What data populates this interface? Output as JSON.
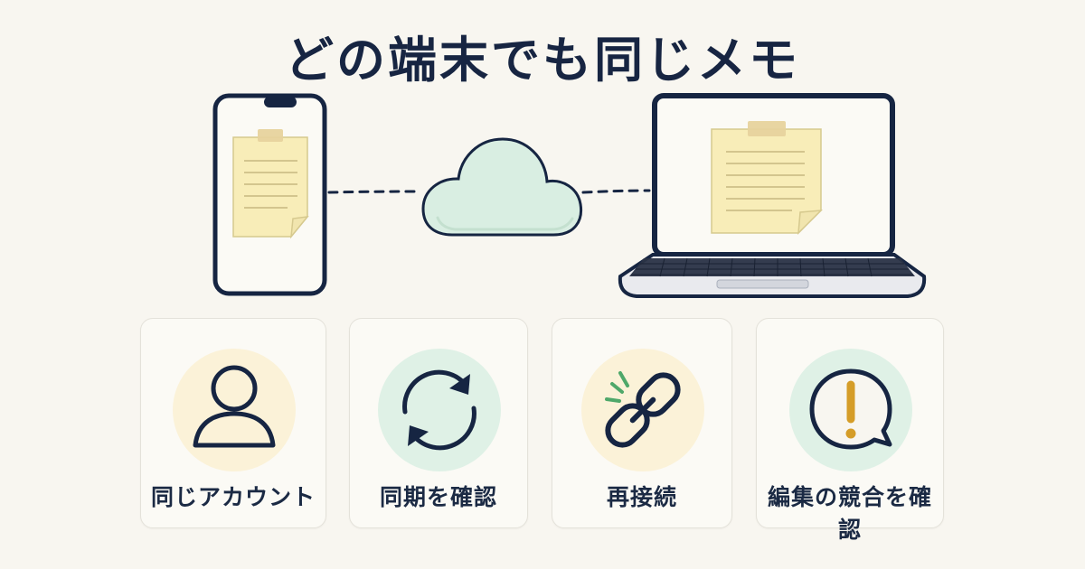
{
  "title": "どの端末でも同じメモ",
  "cards": [
    {
      "label": "同じアカウント",
      "icon": "user-icon"
    },
    {
      "label": "同期を確認",
      "icon": "sync-icon"
    },
    {
      "label": "再接続",
      "icon": "broken-link-icon"
    },
    {
      "label": "編集の競合を確認",
      "icon": "warning-speech-icon"
    }
  ],
  "colors": {
    "background": "#f8f6f0",
    "ink": "#172542",
    "cloud": "#d9eee2",
    "note": "#f8edb8",
    "tape": "#e9d59c",
    "warm_circle": "#fbf2d8",
    "mint_circle": "#dff1e6"
  }
}
